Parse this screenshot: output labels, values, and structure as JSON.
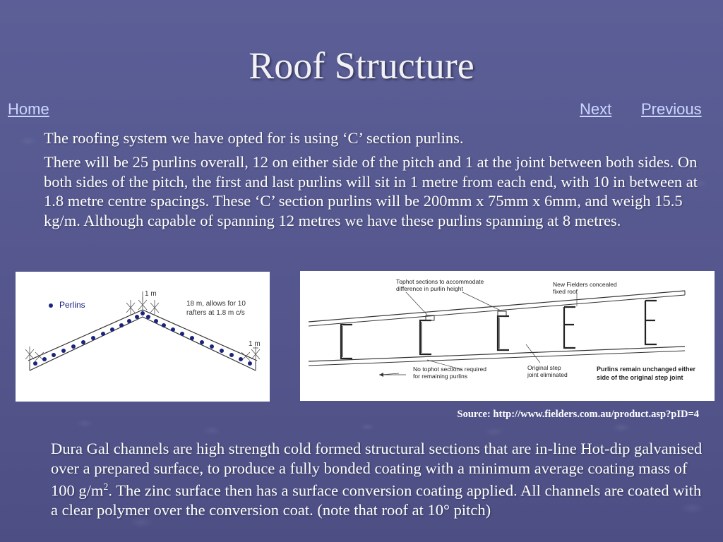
{
  "title": "Roof Structure",
  "nav": {
    "home": "Home",
    "next": "Next",
    "previous": "Previous"
  },
  "paragraph1": "The roofing system we have opted for is using ‘C’ section purlins.",
  "paragraph2": "There will be 25 purlins overall, 12 on either side of the pitch and 1 at the joint between both sides.  On both sides of the pitch, the first and last purlins will sit in 1 metre from each end, with 10 in between at 1.8 metre centre spacings.  These ‘C’ section purlins will be 200mm x 75mm x 6mm, and weigh 15.5 kg/m.  Although capable of spanning 12 metres we have these purlins spanning at 8 metres.",
  "paragraph3": {
    "before_sup": "Dura Gal channels are high strength cold formed structural sections that are in-line Hot-dip galvanised over a prepared surface, to produce a fully bonded coating with a minimum average coating mass of 100 g/m",
    "sup": "2",
    "after_sup": ".  The zinc surface then has a surface conversion coating applied.  All channels are coated with a clear polymer over the conversion coat. (note that roof at 10° pitch)"
  },
  "diagram1": {
    "legend": "Perlins",
    "label_top": "1 m",
    "label_right": "1 m",
    "note_line1": "18 m, allows for 10",
    "note_line2": "rafters at 1.8 m c/s"
  },
  "diagram2": {
    "tophot_line1": "Tophot sections to accommodate",
    "tophot_line2": "difference in purlin height",
    "fielders_line1": "New Fielders concealed",
    "fielders_line2": "fixed roof",
    "notophot_line1": "No tophot sections required",
    "notophot_line2": "for remaining purlins",
    "step_line1": "Original step",
    "step_line2": "joint eliminated",
    "purlins_line1": "Purlins remain unchanged either",
    "purlins_line2": "side of the original step joint"
  },
  "source": {
    "label": "Source:",
    "url": "http://www.fielders.com.au/product.asp?pID=4"
  },
  "colors": {
    "background": "#55578f",
    "link": "#ccd6ff",
    "purlin_dot": "#1a237e"
  }
}
